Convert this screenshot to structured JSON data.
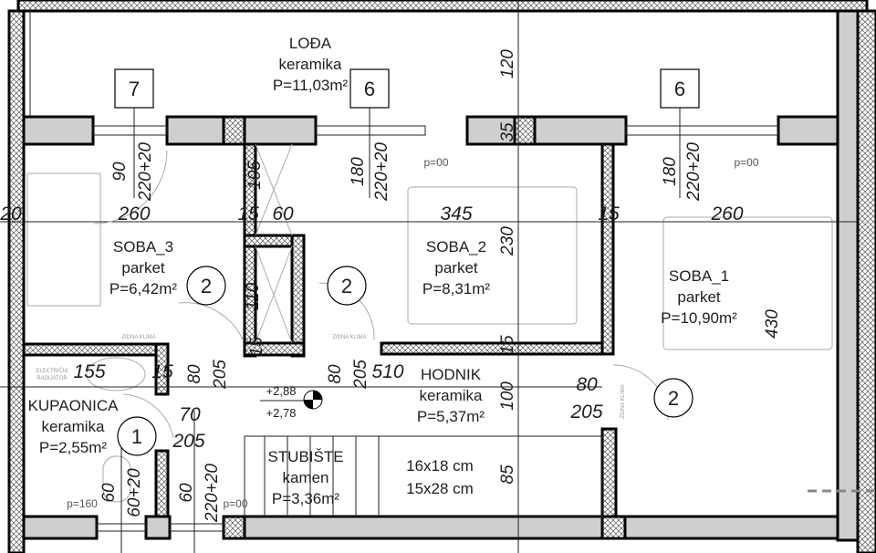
{
  "rooms": [
    {
      "name": "LOĐA",
      "floor": "keramika",
      "area": "P=11,03m²"
    },
    {
      "name": "SOBA_3",
      "floor": "parket",
      "area": "P=6,42m²"
    },
    {
      "name": "SOBA_2",
      "floor": "parket",
      "area": "P=8,31m²"
    },
    {
      "name": "SOBA_1",
      "floor": "parket",
      "area": "P=10,90m²"
    },
    {
      "name": "HODNIK",
      "floor": "keramika",
      "area": "P=5,37m²"
    },
    {
      "name": "KUPAONICA",
      "floor": "keramika",
      "area": "P=2,55m²"
    },
    {
      "name": "STUBIŠTE",
      "floor": "kamen",
      "area": "P=3,36m²"
    }
  ],
  "stair_steps": [
    "16x18 cm",
    "15x28 cm"
  ],
  "window_tags": [
    "7",
    "6",
    "6"
  ],
  "door_tags": [
    "2",
    "2",
    "2",
    "1"
  ],
  "dimensions_horizontal": [
    "20",
    "260",
    "15",
    "60",
    "345",
    "15",
    "260",
    "155",
    "15",
    "510",
    "80",
    "205",
    "70",
    "205"
  ],
  "dimensions_vertical": [
    "120",
    "35",
    "90",
    "220+20",
    "105",
    "180",
    "220+20",
    "180",
    "220+20",
    "230",
    "110",
    "430",
    "15",
    "15",
    "80",
    "205",
    "80",
    "205",
    "100",
    "85",
    "60",
    "60+20",
    "60",
    "220+20"
  ],
  "levels": [
    "+2,88",
    "+2,78"
  ],
  "sill_heights": [
    "p=00",
    "p=00",
    "p=00",
    "p=160"
  ],
  "equipment_labels": [
    "ZIDNA KLIMA",
    "ZIDNA KLIMA",
    "ZIDNA KLIMA",
    "ELEKTRIČNI",
    "RADIJATOR"
  ],
  "colors": {
    "wall_fill": "#cfcfcf",
    "line": "#000000",
    "furniture": "#aaaaaa"
  }
}
